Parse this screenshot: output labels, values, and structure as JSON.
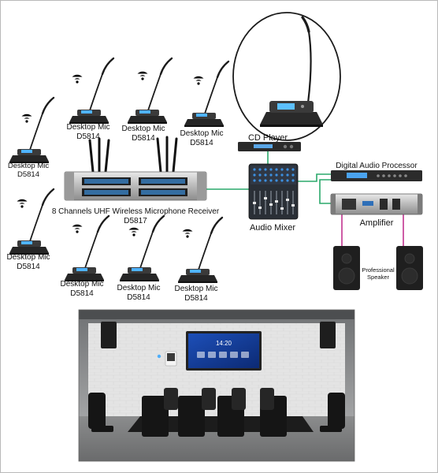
{
  "mics": [
    {
      "name": "Desktop Mic",
      "model": "D5814"
    },
    {
      "name": "Desktop Mic",
      "model": "D5814"
    },
    {
      "name": "Desktop Mic",
      "model": "D5814"
    },
    {
      "name": "Desktop Mic",
      "model": "D5814"
    },
    {
      "name": "Desktop Mic",
      "model": "D5814"
    },
    {
      "name": "Desktop Mic",
      "model": "D5814"
    },
    {
      "name": "Desktop Mic",
      "model": "D5814"
    },
    {
      "name": "Desktop Mic",
      "model": "D5814"
    }
  ],
  "receiver": {
    "name": "8 Channels UHF Wireless Microphone Receiver",
    "model": "D5817"
  },
  "cd_player": {
    "label": "CD Player"
  },
  "mixer": {
    "label": "Audio Mixer"
  },
  "processor": {
    "label": "Digital Audio Processor"
  },
  "amplifier": {
    "label": "Amplifier"
  },
  "speaker": {
    "line1": "Professional",
    "line2": "Speaker"
  },
  "display": {
    "time": "14:20"
  },
  "colors": {
    "link_green": "#2aa86b",
    "link_magenta": "#c2338f",
    "wifi_blue": "#1b8fe0",
    "device_dark": "#2b2b2b"
  }
}
